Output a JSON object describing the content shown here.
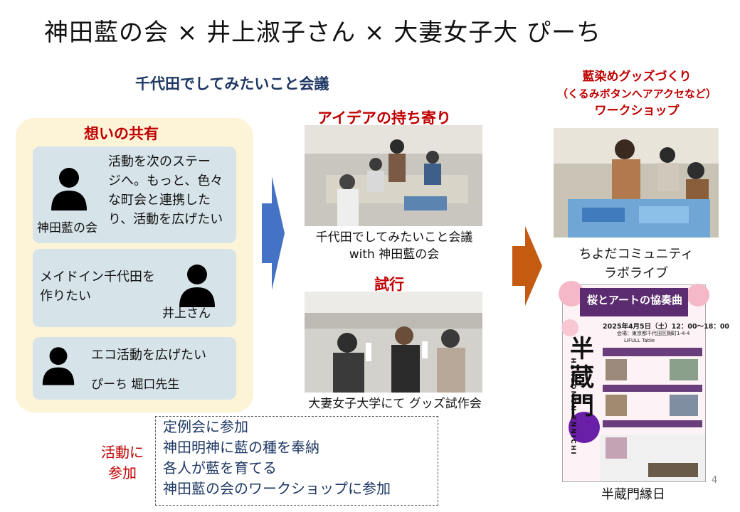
{
  "title": "神田藍の会 × 井上淑子さん × 大妻女子大 ぴーち",
  "subtitle": "千代田でしてみたいこと会議",
  "share_section": {
    "heading": "想いの共有",
    "cards": [
      {
        "text_lines": [
          "活動を次のステー",
          "ジへ。もっと、色々",
          "な町会と連携した",
          "り、活動を広げたい"
        ],
        "person": "神田藍の会"
      },
      {
        "text_lines": [
          "メイドイン千代田を",
          "作りたい"
        ],
        "person": "井上さん"
      },
      {
        "text_lines": [
          "エコ活動を広げたい"
        ],
        "person": "ぴーち 堀口先生"
      }
    ]
  },
  "idea_section": {
    "heading": "アイデアの持ち寄り",
    "caption_lines": [
      "千代田でしてみたいこと会議",
      "with 神田藍の会"
    ]
  },
  "trial_section": {
    "heading": "試行",
    "caption": "大妻女子大学にて グッズ試作会"
  },
  "workshop_section": {
    "heading_lines": [
      "藍染めグッズづくり",
      "（くるみボタンへアアクセなど）",
      "ワークショップ"
    ],
    "caption_lines": [
      "ちよだコミュニティ",
      "ラボライブ"
    ]
  },
  "poster": {
    "title": "桜とアートの協奏曲",
    "date": "2025年4月5日（土）12：00～18：00",
    "venue": "会場：東京都千代田区麹町1-4-4",
    "venue2": "LIFULL Table",
    "vertical_name": "半蔵門",
    "vertical_roman": "HANZOMON ENNICHI",
    "caption": "半蔵門縁日"
  },
  "participation": {
    "label_lines": [
      "活動に",
      "参加"
    ],
    "items": [
      "定例会に参加",
      "神田明神に藍の種を奉納",
      "各人が藍を育てる",
      "神田藍の会のワークショップに参加"
    ]
  },
  "page_number": "4",
  "colors": {
    "accent_red": "#c00000",
    "navy": "#1f3864",
    "card_bg": "#d6e3e8",
    "yellow_bg": "#fdf3d7",
    "arrow_blue": "#4472c4",
    "arrow_orange": "#c55a11"
  }
}
